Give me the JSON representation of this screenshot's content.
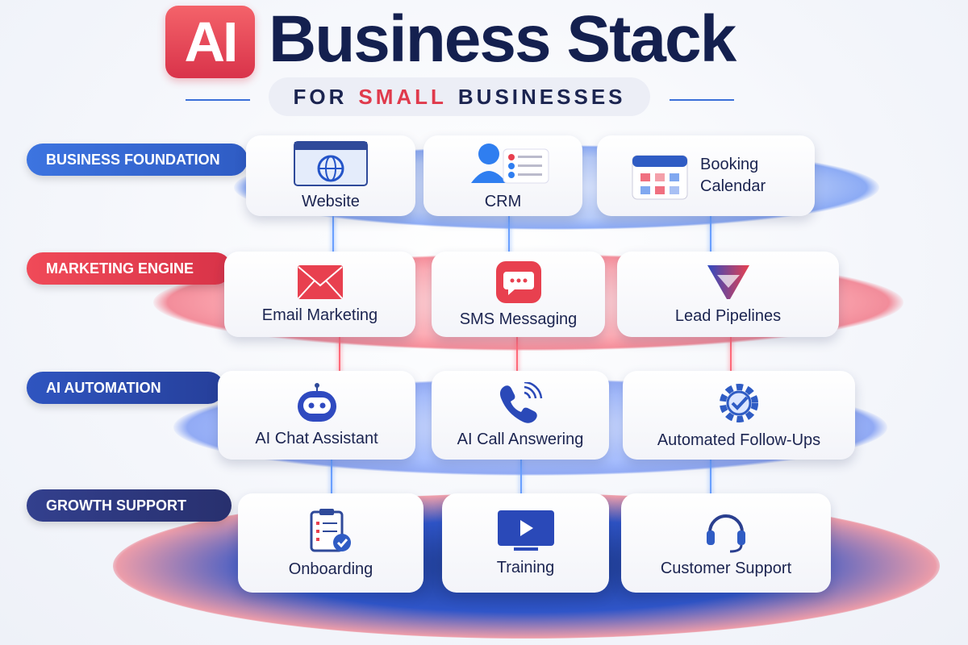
{
  "header": {
    "logo": "AI",
    "title": "Business Stack",
    "subtitle_pre": "FOR",
    "subtitle_accent": "SMALL",
    "subtitle_post": "BUSINESSES"
  },
  "layers": [
    {
      "label": "BUSINESS FOUNDATION",
      "color": "#3a6fd8",
      "items": [
        "Website",
        "CRM",
        "Booking Calendar"
      ]
    },
    {
      "label": "MARKETING ENGINE",
      "color": "#e8404f",
      "items": [
        "Email Marketing",
        "SMS Messaging",
        "Lead Pipelines"
      ]
    },
    {
      "label": "AI AUTOMATION",
      "color": "#2c4aa8",
      "items": [
        "AI Chat Assistant",
        "AI Call Answering",
        "Automated Follow-Ups"
      ]
    },
    {
      "label": "GROWTH SUPPORT",
      "color": "#2f3a80",
      "items": [
        "Onboarding",
        "Training",
        "Customer Support"
      ]
    }
  ]
}
